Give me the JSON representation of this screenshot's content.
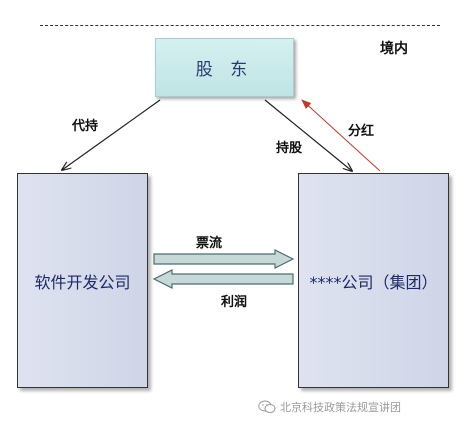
{
  "region": {
    "label": "境内"
  },
  "nodes": {
    "shareholder": "股 东",
    "software_company": "软件开发公司",
    "group_company": "****公司（集团）"
  },
  "edges": {
    "proxy_hold": "代持",
    "hold_shares": "持股",
    "dividend": "分红",
    "invoice_flow": "票流",
    "profit": "利润"
  },
  "colors": {
    "dividend_arrow": "#c0392b",
    "flow_arrow_fill": "#c6d8d8",
    "flow_arrow_stroke": "#4d6e6e"
  },
  "footer": {
    "text": "北京科技政策法规宣讲团",
    "icon": "wechat-icon"
  }
}
